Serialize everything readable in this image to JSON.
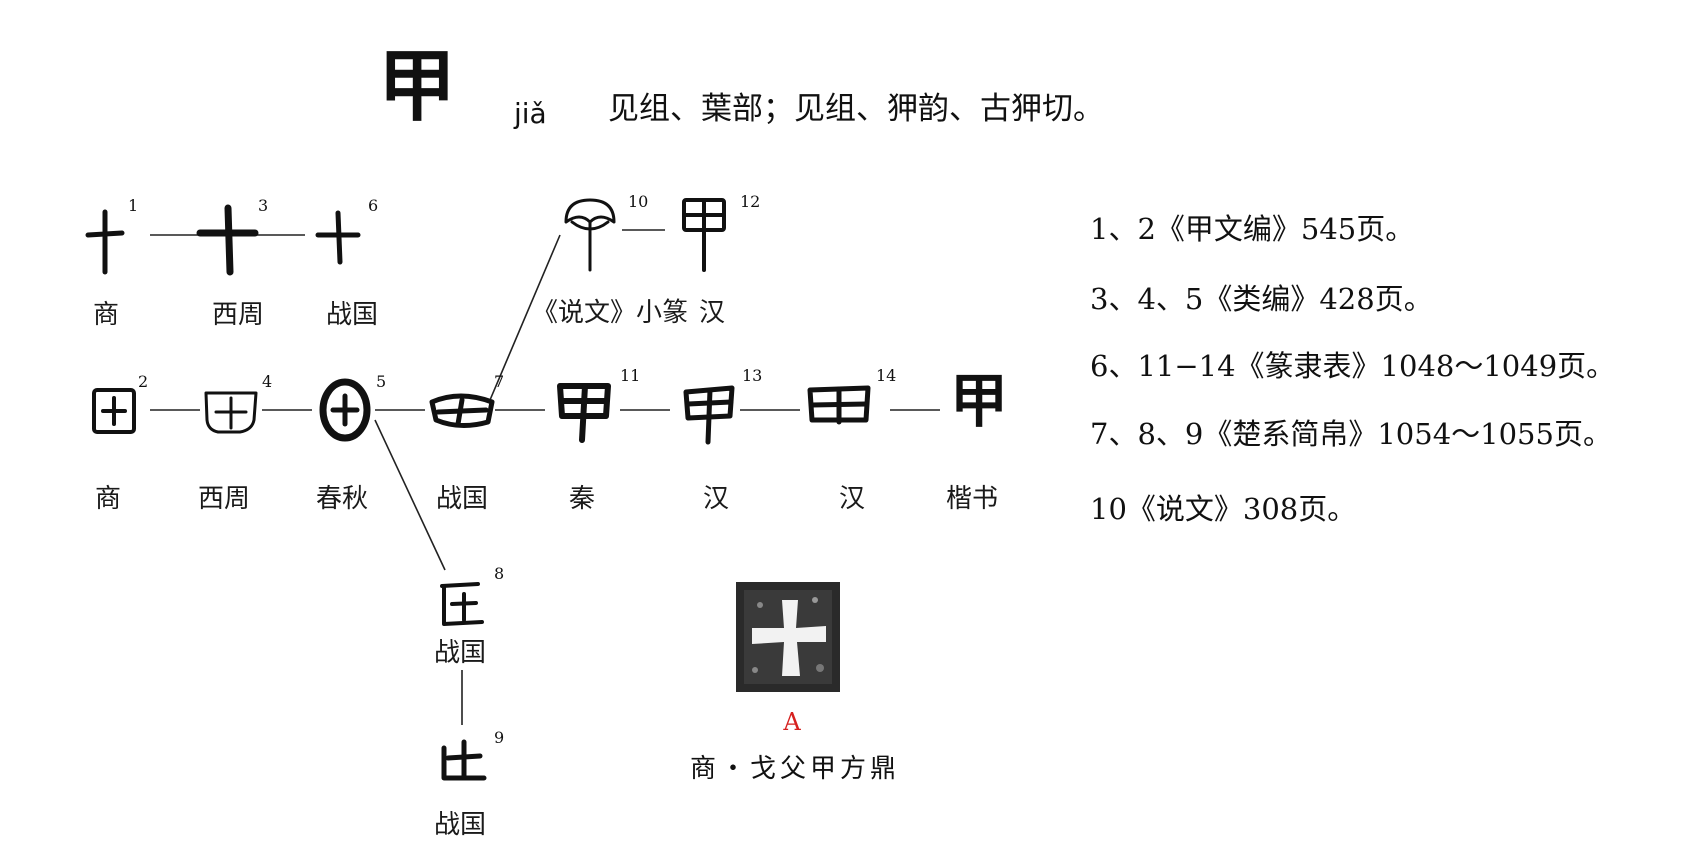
{
  "header": {
    "character": "甲",
    "pinyin": "jiǎ",
    "description": "见组、葉部；见组、狎韵、古狎切。"
  },
  "glyphs": [
    {
      "index": "1",
      "period": "商"
    },
    {
      "index": "2",
      "period": "商"
    },
    {
      "index": "3",
      "period": "西周"
    },
    {
      "index": "4",
      "period": "西周"
    },
    {
      "index": "5",
      "period": "春秋"
    },
    {
      "index": "6",
      "period": "战国"
    },
    {
      "index": "7",
      "period": "战国"
    },
    {
      "index": "8",
      "period": "战国"
    },
    {
      "index": "9",
      "period": "战国"
    },
    {
      "index": "10",
      "period": "《说文》小篆"
    },
    {
      "index": "11",
      "period": "秦"
    },
    {
      "index": "12",
      "period": "汉"
    },
    {
      "index": "13",
      "period": "汉"
    },
    {
      "index": "14",
      "period": "汉"
    },
    {
      "index": "",
      "period": "楷书"
    }
  ],
  "kaishu_glyph": "甲",
  "sources": [
    "1、2《甲文编》545页。",
    "3、4、5《类编》428页。",
    "6、11−14《篆隶表》1048～1049页。",
    "7、8、9《楚系简帛》1054～1055页。",
    "10《说文》308页。"
  ],
  "seal": {
    "label": "A",
    "caption": "商・戈父甲方鼎"
  },
  "colors": {
    "ink": "#111111",
    "accent_red": "#d6201e",
    "seal_bg": "#2a2a2a"
  }
}
